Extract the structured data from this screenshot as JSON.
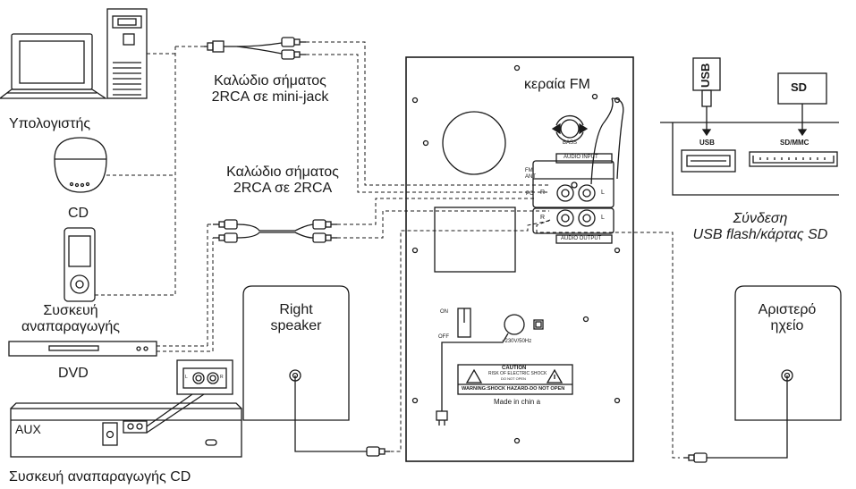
{
  "labels": {
    "computer": "Υπολογιστής",
    "cd": "CD",
    "media_player": "Συσκευή\nαναπαραγωγής",
    "dvd": "DVD",
    "aux": "AUX",
    "cd_player": "Συσκευή αναπαραγωγής CD",
    "cable_mini_jack": "Καλώδιο σήματος\n2RCA σε mini-jack",
    "cable_rca": "Καλώδιο σήματος\n2RCA σε 2RCA",
    "fm_antenna": "κεραία FM",
    "right_speaker": "Right\nspeaker",
    "left_speaker": "Αριστερό\nηχείο",
    "usb_sd_caption": "Σύνδεση\nUSB flash/κάρτας SD",
    "usb_stick": "USB",
    "sd_card": "SD",
    "usb_port": "USB",
    "sd_slot": "SD/MMC",
    "bass": "BASS",
    "audio_input": "AUDIO INPUT",
    "audio_output": "AUDIO OUTPUT",
    "fm_ant": "FM\nANT",
    "pc": "PC",
    "r1": "R",
    "l1": "L",
    "r2": "R",
    "l2": "L",
    "on": "ON",
    "off": "OFF",
    "voltage": "~230V/50Hz",
    "caution_title": "CAUTION",
    "caution_line1": "RISK OF ELECTRIC SHOCK",
    "caution_line2": "DO NOT OPEN",
    "warning": "WARNING:SHOCK HAZARD-DO NOT OPEN",
    "made_in": "Made  in chin a",
    "rca_l": "L",
    "rca_r": "R"
  },
  "colors": {
    "line": "#1a1a1a",
    "background": "#ffffff"
  }
}
